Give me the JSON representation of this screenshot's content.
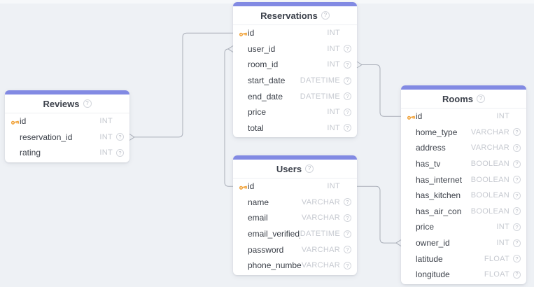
{
  "palette": {
    "canvas_bg": "#eef1f5",
    "table_accent": "#828ae3",
    "card_bg": "#ffffff",
    "title_text": "#3c414b",
    "field_text": "#3a3f48",
    "type_text": "#c6c9d0",
    "wire": "#a9aeb8",
    "key_icon": "#f1a33b"
  },
  "icons": {
    "help_glyph": "?",
    "note_glyph": "?"
  },
  "tables": [
    {
      "title": "Reservations",
      "fields": [
        {
          "name": "id",
          "type": "INT",
          "primary_key": true,
          "note_icon": false
        },
        {
          "name": "user_id",
          "type": "INT",
          "primary_key": false,
          "note_icon": true
        },
        {
          "name": "room_id",
          "type": "INT",
          "primary_key": false,
          "note_icon": true
        },
        {
          "name": "start_date",
          "type": "DATETIME",
          "primary_key": false,
          "note_icon": true
        },
        {
          "name": "end_date",
          "type": "DATETIME",
          "primary_key": false,
          "note_icon": true
        },
        {
          "name": "price",
          "type": "INT",
          "primary_key": false,
          "note_icon": true
        },
        {
          "name": "total",
          "type": "INT",
          "primary_key": false,
          "note_icon": true
        }
      ]
    },
    {
      "title": "Reviews",
      "fields": [
        {
          "name": "id",
          "type": "INT",
          "primary_key": true,
          "note_icon": false
        },
        {
          "name": "reservation_id",
          "type": "INT",
          "primary_key": false,
          "note_icon": true
        },
        {
          "name": "rating",
          "type": "INT",
          "primary_key": false,
          "note_icon": true
        }
      ]
    },
    {
      "title": "Users",
      "fields": [
        {
          "name": "id",
          "type": "INT",
          "primary_key": true,
          "note_icon": false
        },
        {
          "name": "name",
          "type": "VARCHAR",
          "primary_key": false,
          "note_icon": true
        },
        {
          "name": "email",
          "type": "VARCHAR",
          "primary_key": false,
          "note_icon": true
        },
        {
          "name": "email_verified_",
          "type": "DATETIME",
          "primary_key": false,
          "note_icon": true
        },
        {
          "name": "password",
          "type": "VARCHAR",
          "primary_key": false,
          "note_icon": true
        },
        {
          "name": "phone_numbe",
          "type": "VARCHAR",
          "primary_key": false,
          "note_icon": true
        }
      ]
    },
    {
      "title": "Rooms",
      "fields": [
        {
          "name": "id",
          "type": "INT",
          "primary_key": true,
          "note_icon": false
        },
        {
          "name": "home_type",
          "type": "VARCHAR",
          "primary_key": false,
          "note_icon": true
        },
        {
          "name": "address",
          "type": "VARCHAR",
          "primary_key": false,
          "note_icon": true
        },
        {
          "name": "has_tv",
          "type": "BOOLEAN",
          "primary_key": false,
          "note_icon": true
        },
        {
          "name": "has_internet",
          "type": "BOOLEAN",
          "primary_key": false,
          "note_icon": true
        },
        {
          "name": "has_kitchen",
          "type": "BOOLEAN",
          "primary_key": false,
          "note_icon": true
        },
        {
          "name": "has_air_con",
          "type": "BOOLEAN",
          "primary_key": false,
          "note_icon": true
        },
        {
          "name": "price",
          "type": "INT",
          "primary_key": false,
          "note_icon": true
        },
        {
          "name": "owner_id",
          "type": "INT",
          "primary_key": false,
          "note_icon": true
        },
        {
          "name": "latitude",
          "type": "FLOAT",
          "primary_key": false,
          "note_icon": true
        },
        {
          "name": "longitude",
          "type": "FLOAT",
          "primary_key": false,
          "note_icon": true
        }
      ]
    }
  ],
  "relationships": [
    {
      "from_table": "Reviews",
      "from_field": "reservation_id",
      "to_table": "Reservations",
      "to_field": "id",
      "many_end": "from"
    },
    {
      "from_table": "Reservations",
      "from_field": "user_id",
      "to_table": "Users",
      "to_field": "id",
      "many_end": "from"
    },
    {
      "from_table": "Reservations",
      "from_field": "room_id",
      "to_table": "Rooms",
      "to_field": "id",
      "many_end": "from"
    },
    {
      "from_table": "Rooms",
      "from_field": "owner_id",
      "to_table": "Users",
      "to_field": "id",
      "many_end": "from"
    }
  ]
}
